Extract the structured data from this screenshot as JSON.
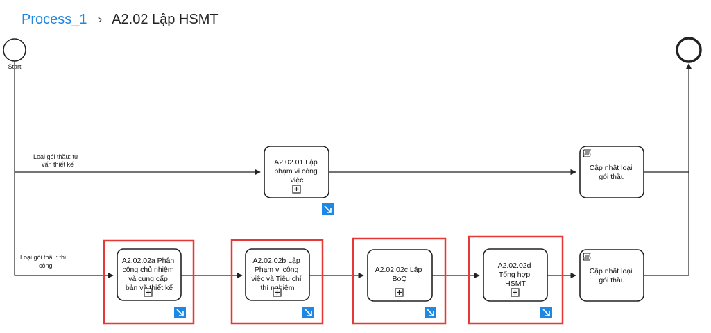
{
  "breadcrumb": {
    "process_link": "Process_1",
    "separator": "›",
    "current": "A2.02 Lập HSMT"
  },
  "diagram": {
    "start_event_label": "Start",
    "flow_labels": {
      "consulting": [
        "Loại gói thầu: tư",
        "vấn thiết kế"
      ],
      "construction": [
        "Loại gói thầu: thi",
        "công"
      ]
    },
    "tasks": {
      "t_a2_02_01": [
        "A2.02.01 Lập",
        "phạm vi công",
        "việc"
      ],
      "t_update_top": [
        "Cập nhật loại",
        "gói thầu"
      ],
      "t_a": [
        "A2.02.02a Phân",
        "công chủ nhiệm",
        "và cung cấp",
        "bản vẽ thiết kế"
      ],
      "t_b": [
        "A2.02.02b Lập",
        "Phạm vi công",
        "việc và Tiêu chí",
        "thí nghiệm"
      ],
      "t_c": [
        "A2.02.02c Lập",
        "BoQ"
      ],
      "t_d": [
        "A2.02.02d",
        "Tổng hợp",
        "HSMT"
      ],
      "t_update_bottom": [
        "Cập nhật loại",
        "gói thầu"
      ]
    },
    "colors": {
      "highlight": "#e53935",
      "drilldown": "#1e88e5",
      "stroke": "#222222"
    },
    "icons": [
      "subprocess-plus-icon",
      "drilldown-arrow-icon",
      "script-task-icon"
    ]
  }
}
